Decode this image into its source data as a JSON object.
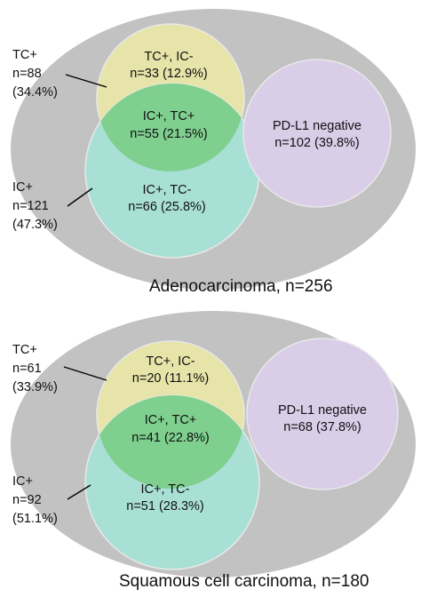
{
  "colors": {
    "outer": "#c2c2c2",
    "tc_only": "#e6e4a8",
    "ic_only": "#a9e0d6",
    "overlap": "#7fcf8f",
    "negative": "#d9cde8",
    "stroke": "#e8e8e8",
    "text": "#111111"
  },
  "panels": [
    {
      "caption": "Adenocarcinoma, n=256",
      "tc_only": {
        "line1": "TC+, IC-",
        "line2": "n=33 (12.9%)"
      },
      "overlap": {
        "line1": "IC+, TC+",
        "line2": "n=55 (21.5%)"
      },
      "ic_only": {
        "line1": "IC+, TC-",
        "line2": "n=66 (25.8%)"
      },
      "negative": {
        "line1": "PD-L1 negative",
        "line2": "n=102 (39.8%)"
      },
      "tc_total": {
        "line1": "TC+",
        "line2": "n=88",
        "line3": "(34.4%)"
      },
      "ic_total": {
        "line1": "IC+",
        "line2": "n=121",
        "line3": "(47.3%)"
      }
    },
    {
      "caption": "Squamous cell carcinoma, n=180",
      "tc_only": {
        "line1": "TC+, IC-",
        "line2": "n=20 (11.1%)"
      },
      "overlap": {
        "line1": "IC+, TC+",
        "line2": "n=41 (22.8%)"
      },
      "ic_only": {
        "line1": "IC+, TC-",
        "line2": "n=51 (28.3%)"
      },
      "negative": {
        "line1": "PD-L1 negative",
        "line2": "n=68 (37.8%)"
      },
      "tc_total": {
        "line1": "TC+",
        "line2": "n=61",
        "line3": "(33.9%)"
      },
      "ic_total": {
        "line1": "IC+",
        "line2": "n=92",
        "line3": "(51.1%)"
      }
    }
  ]
}
